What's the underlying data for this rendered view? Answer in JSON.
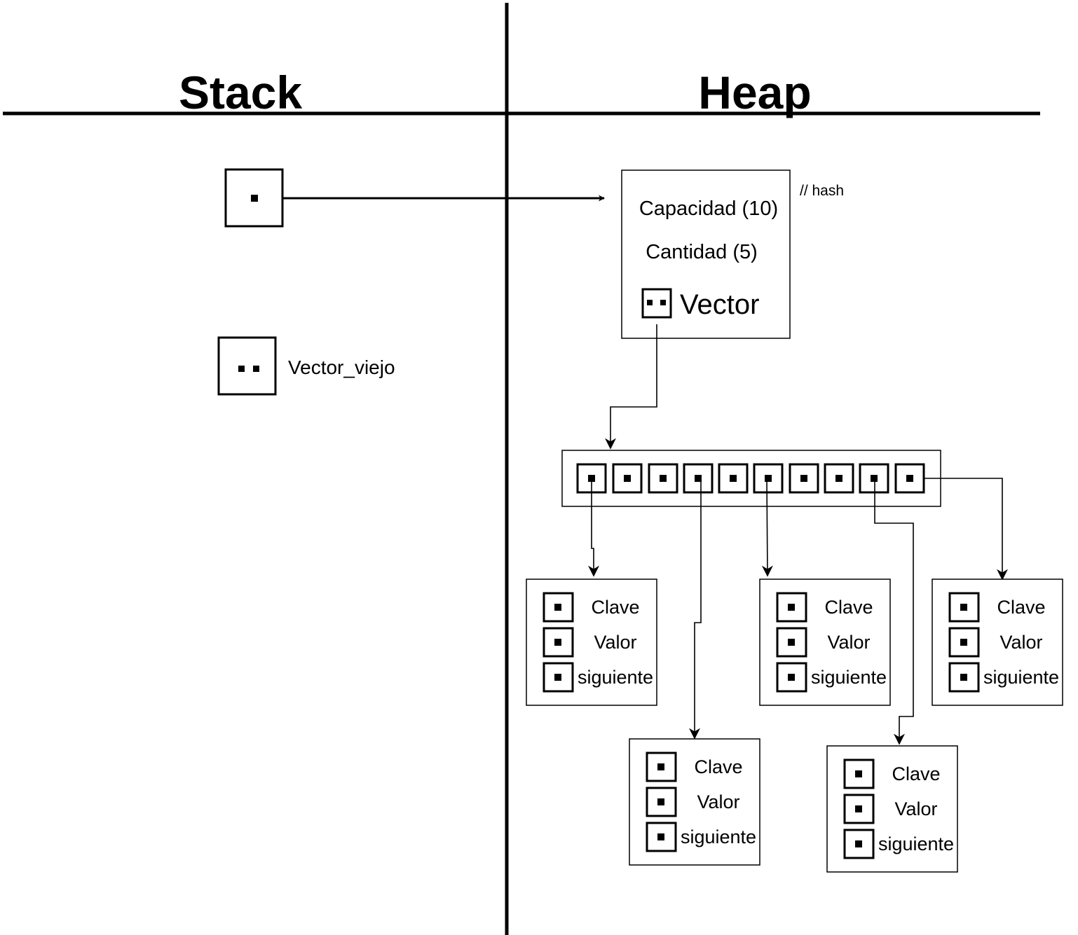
{
  "sections": {
    "stack": "Stack",
    "heap": "Heap"
  },
  "stack_vars": {
    "vector_viejo": "Vector_viejo"
  },
  "hash_struct": {
    "comment": "// hash",
    "capacity": "Capacidad (10)",
    "count": "Cantidad (5)",
    "vector": "Vector"
  },
  "vector_slots": 10,
  "nodes": [
    {
      "clave": "Clave",
      "valor": "Valor",
      "siguiente": "siguiente"
    },
    {
      "clave": "Clave",
      "valor": "Valor",
      "siguiente": "siguiente"
    },
    {
      "clave": "Clave",
      "valor": "Valor",
      "siguiente": "siguiente"
    },
    {
      "clave": "Clave",
      "valor": "Valor",
      "siguiente": "siguiente"
    },
    {
      "clave": "Clave",
      "valor": "Valor",
      "siguiente": "siguiente"
    }
  ]
}
